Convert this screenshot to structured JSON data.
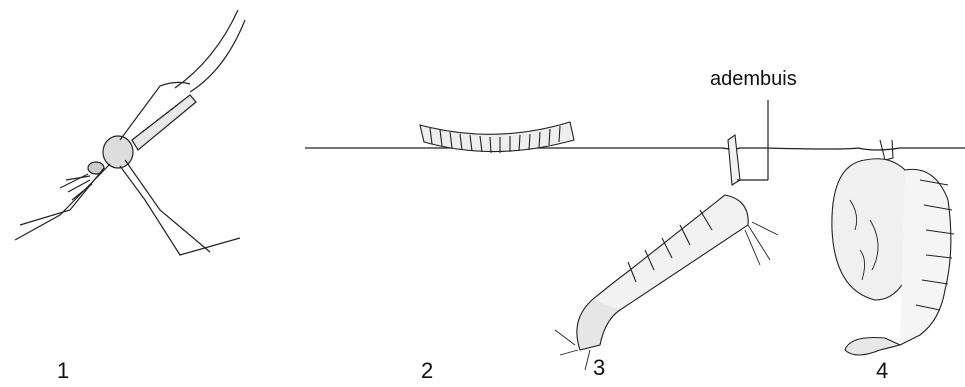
{
  "callout": {
    "text": "adembuis"
  },
  "stages": [
    {
      "label": "1"
    },
    {
      "label": "2"
    },
    {
      "label": "3"
    },
    {
      "label": "4"
    }
  ],
  "colors": {
    "ink": "#222222",
    "background": "#ffffff"
  }
}
